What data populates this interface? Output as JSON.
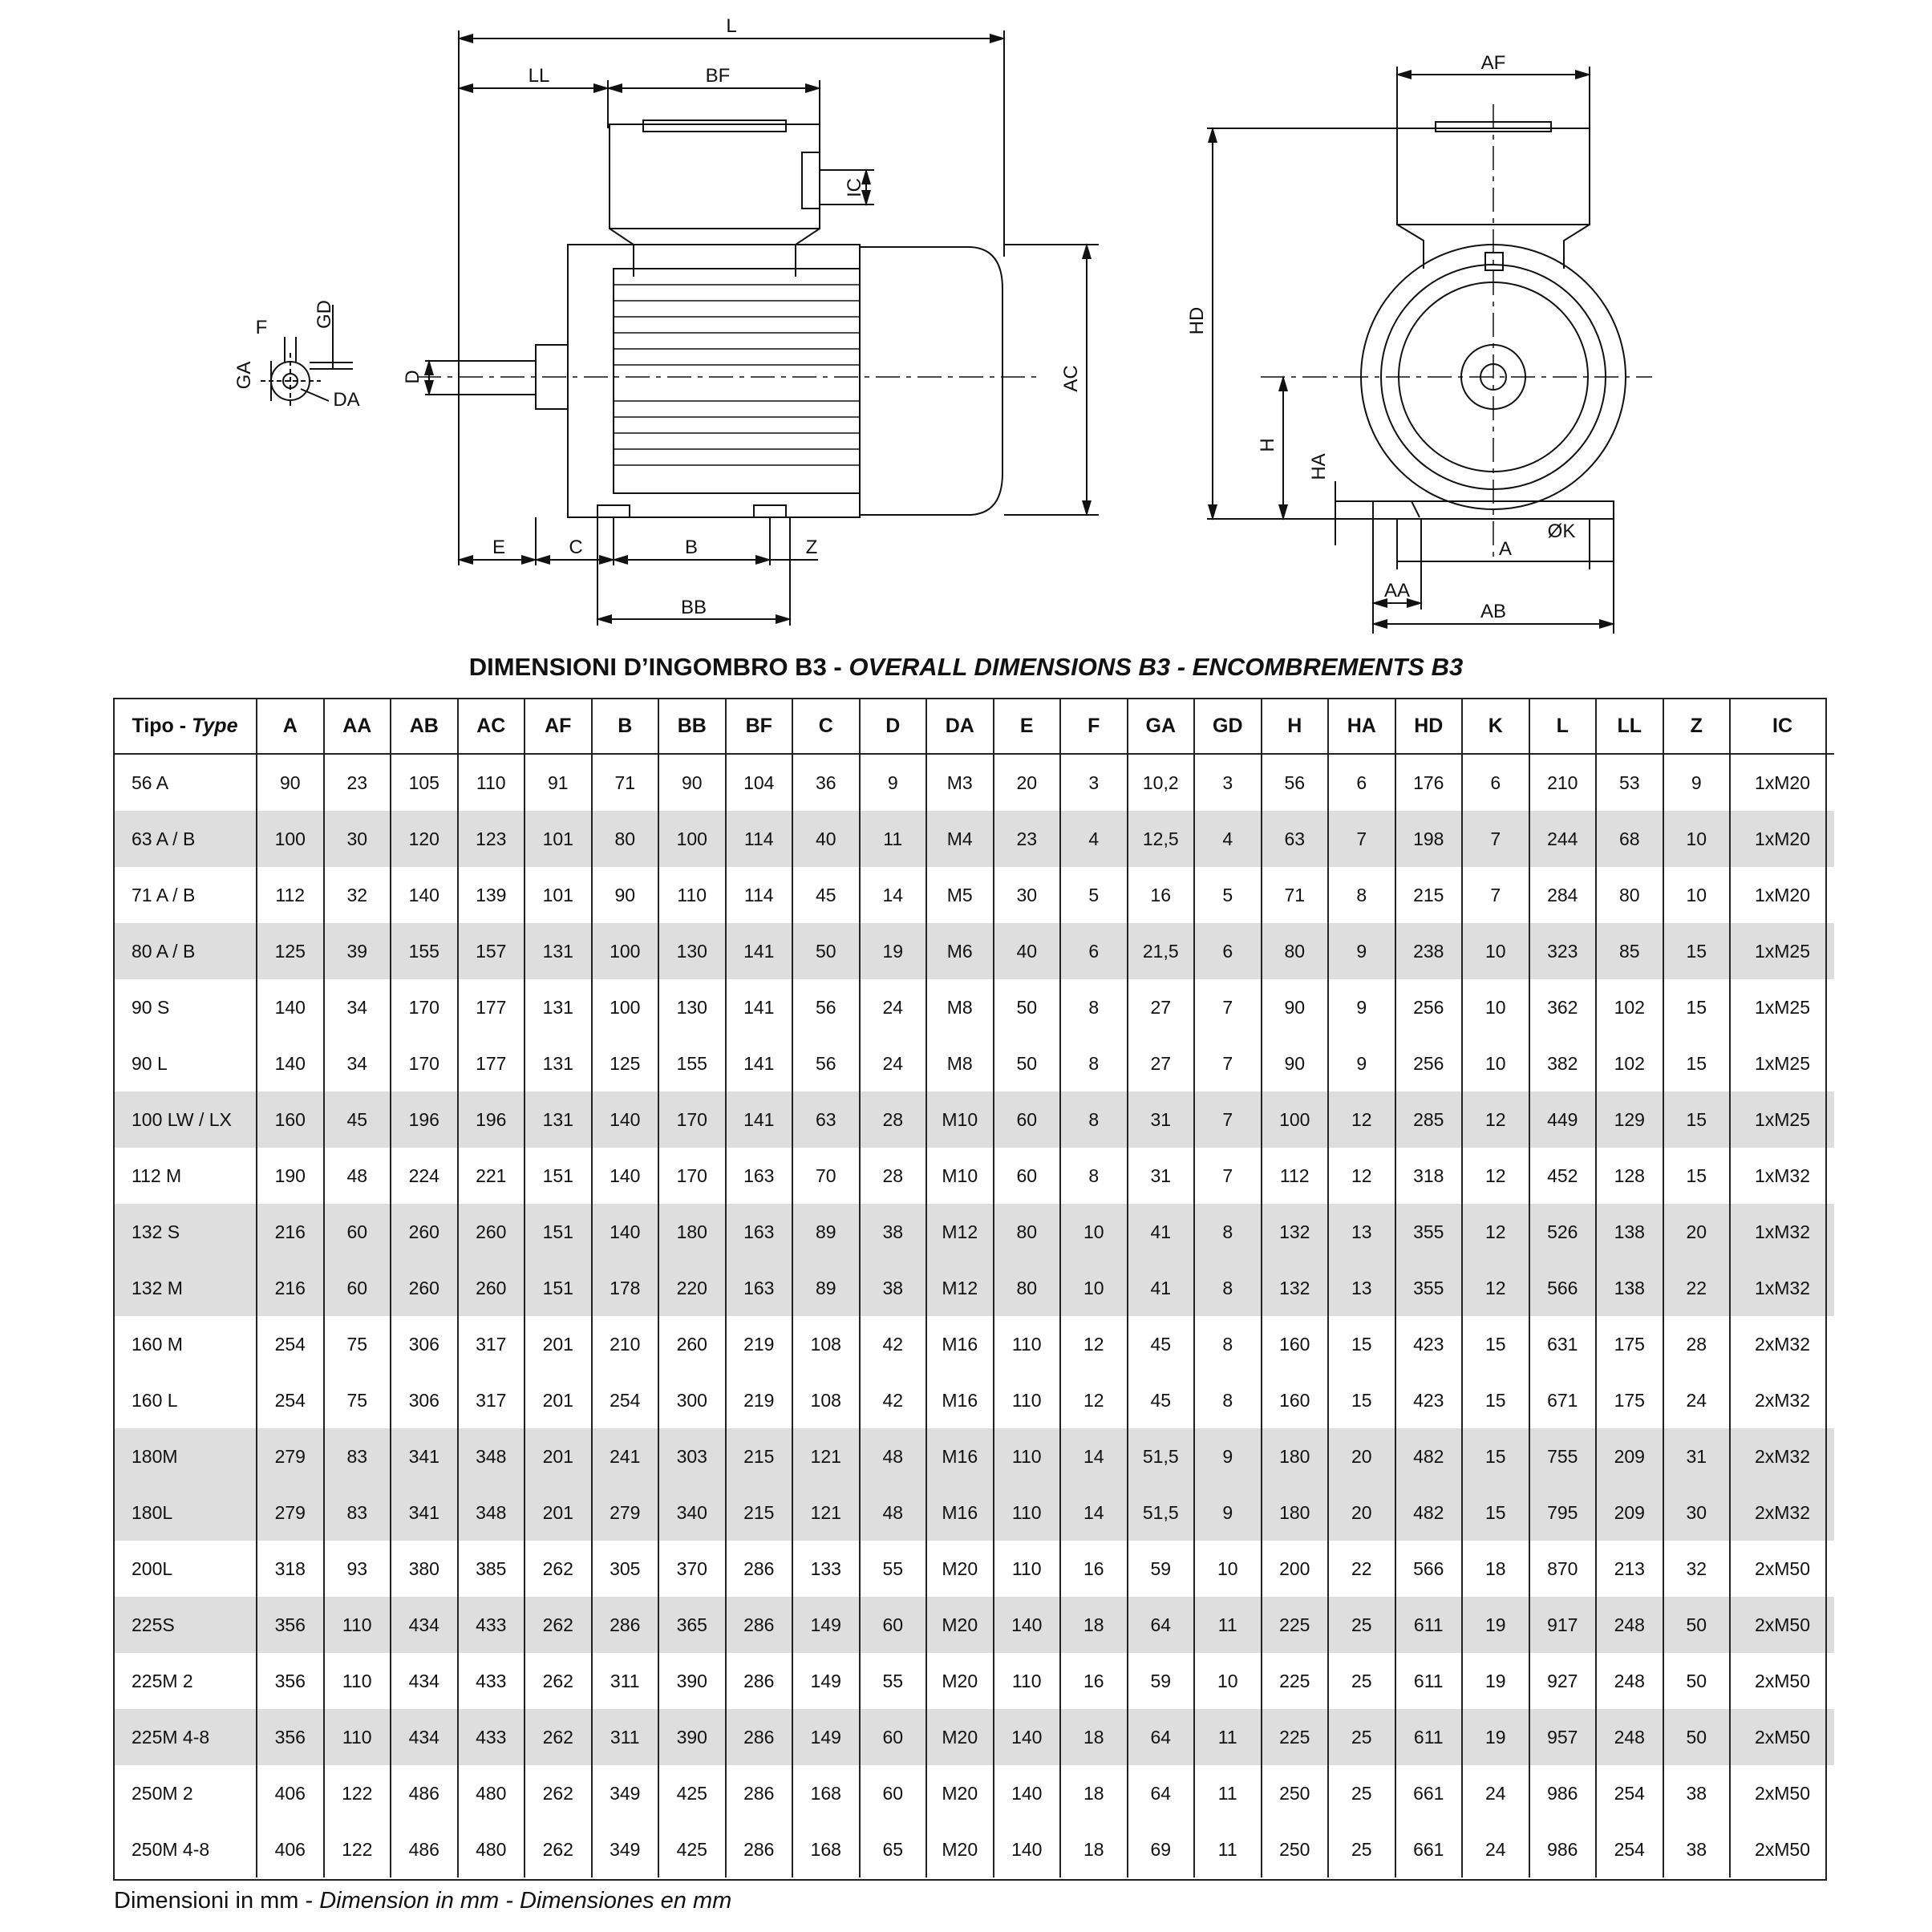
{
  "drawing": {
    "side_labels": [
      "L",
      "LL",
      "BF",
      "IC",
      "AC",
      "D",
      "GD",
      "F",
      "GA",
      "DA",
      "E",
      "C",
      "B",
      "Z",
      "BB"
    ],
    "front_labels": [
      "AF",
      "HD",
      "H",
      "HA",
      "A",
      "ØK",
      "AA",
      "AB"
    ]
  },
  "title": {
    "part1": "DIMENSIONI D’INGOMBRO B3 - ",
    "part2": "OVERALL DIMENSIONS B3 - ENCOMBREMENTS B3"
  },
  "table": {
    "type_header": "Tipo - ",
    "type_header_it": "Type",
    "columns": [
      "A",
      "AA",
      "AB",
      "AC",
      "AF",
      "B",
      "BB",
      "BF",
      "C",
      "D",
      "DA",
      "E",
      "F",
      "GA",
      "GD",
      "H",
      "HA",
      "HD",
      "K",
      "L",
      "LL",
      "Z",
      "IC"
    ],
    "rows": [
      [
        "56 A",
        "90",
        "23",
        "105",
        "110",
        "91",
        "71",
        "90",
        "104",
        "36",
        "9",
        "M3",
        "20",
        "3",
        "10,2",
        "3",
        "56",
        "6",
        "176",
        "6",
        "210",
        "53",
        "9",
        "1xM20"
      ],
      [
        "63 A / B",
        "100",
        "30",
        "120",
        "123",
        "101",
        "80",
        "100",
        "114",
        "40",
        "11",
        "M4",
        "23",
        "4",
        "12,5",
        "4",
        "63",
        "7",
        "198",
        "7",
        "244",
        "68",
        "10",
        "1xM20"
      ],
      [
        "71 A / B",
        "112",
        "32",
        "140",
        "139",
        "101",
        "90",
        "110",
        "114",
        "45",
        "14",
        "M5",
        "30",
        "5",
        "16",
        "5",
        "71",
        "8",
        "215",
        "7",
        "284",
        "80",
        "10",
        "1xM20"
      ],
      [
        "80 A / B",
        "125",
        "39",
        "155",
        "157",
        "131",
        "100",
        "130",
        "141",
        "50",
        "19",
        "M6",
        "40",
        "6",
        "21,5",
        "6",
        "80",
        "9",
        "238",
        "10",
        "323",
        "85",
        "15",
        "1xM25"
      ],
      [
        "90 S",
        "140",
        "34",
        "170",
        "177",
        "131",
        "100",
        "130",
        "141",
        "56",
        "24",
        "M8",
        "50",
        "8",
        "27",
        "7",
        "90",
        "9",
        "256",
        "10",
        "362",
        "102",
        "15",
        "1xM25"
      ],
      [
        "90 L",
        "140",
        "34",
        "170",
        "177",
        "131",
        "125",
        "155",
        "141",
        "56",
        "24",
        "M8",
        "50",
        "8",
        "27",
        "7",
        "90",
        "9",
        "256",
        "10",
        "382",
        "102",
        "15",
        "1xM25"
      ],
      [
        "100 LW / LX",
        "160",
        "45",
        "196",
        "196",
        "131",
        "140",
        "170",
        "141",
        "63",
        "28",
        "M10",
        "60",
        "8",
        "31",
        "7",
        "100",
        "12",
        "285",
        "12",
        "449",
        "129",
        "15",
        "1xM25"
      ],
      [
        "112 M",
        "190",
        "48",
        "224",
        "221",
        "151",
        "140",
        "170",
        "163",
        "70",
        "28",
        "M10",
        "60",
        "8",
        "31",
        "7",
        "112",
        "12",
        "318",
        "12",
        "452",
        "128",
        "15",
        "1xM32"
      ],
      [
        "132 S",
        "216",
        "60",
        "260",
        "260",
        "151",
        "140",
        "180",
        "163",
        "89",
        "38",
        "M12",
        "80",
        "10",
        "41",
        "8",
        "132",
        "13",
        "355",
        "12",
        "526",
        "138",
        "20",
        "1xM32"
      ],
      [
        "132 M",
        "216",
        "60",
        "260",
        "260",
        "151",
        "178",
        "220",
        "163",
        "89",
        "38",
        "M12",
        "80",
        "10",
        "41",
        "8",
        "132",
        "13",
        "355",
        "12",
        "566",
        "138",
        "22",
        "1xM32"
      ],
      [
        "160 M",
        "254",
        "75",
        "306",
        "317",
        "201",
        "210",
        "260",
        "219",
        "108",
        "42",
        "M16",
        "110",
        "12",
        "45",
        "8",
        "160",
        "15",
        "423",
        "15",
        "631",
        "175",
        "28",
        "2xM32"
      ],
      [
        "160 L",
        "254",
        "75",
        "306",
        "317",
        "201",
        "254",
        "300",
        "219",
        "108",
        "42",
        "M16",
        "110",
        "12",
        "45",
        "8",
        "160",
        "15",
        "423",
        "15",
        "671",
        "175",
        "24",
        "2xM32"
      ],
      [
        "180M",
        "279",
        "83",
        "341",
        "348",
        "201",
        "241",
        "303",
        "215",
        "121",
        "48",
        "M16",
        "110",
        "14",
        "51,5",
        "9",
        "180",
        "20",
        "482",
        "15",
        "755",
        "209",
        "31",
        "2xM32"
      ],
      [
        "180L",
        "279",
        "83",
        "341",
        "348",
        "201",
        "279",
        "340",
        "215",
        "121",
        "48",
        "M16",
        "110",
        "14",
        "51,5",
        "9",
        "180",
        "20",
        "482",
        "15",
        "795",
        "209",
        "30",
        "2xM32"
      ],
      [
        "200L",
        "318",
        "93",
        "380",
        "385",
        "262",
        "305",
        "370",
        "286",
        "133",
        "55",
        "M20",
        "110",
        "16",
        "59",
        "10",
        "200",
        "22",
        "566",
        "18",
        "870",
        "213",
        "32",
        "2xM50"
      ],
      [
        "225S",
        "356",
        "110",
        "434",
        "433",
        "262",
        "286",
        "365",
        "286",
        "149",
        "60",
        "M20",
        "140",
        "18",
        "64",
        "11",
        "225",
        "25",
        "611",
        "19",
        "917",
        "248",
        "50",
        "2xM50"
      ],
      [
        "225M  2",
        "356",
        "110",
        "434",
        "433",
        "262",
        "311",
        "390",
        "286",
        "149",
        "55",
        "M20",
        "110",
        "16",
        "59",
        "10",
        "225",
        "25",
        "611",
        "19",
        "927",
        "248",
        "50",
        "2xM50"
      ],
      [
        "225M 4-8",
        "356",
        "110",
        "434",
        "433",
        "262",
        "311",
        "390",
        "286",
        "149",
        "60",
        "M20",
        "140",
        "18",
        "64",
        "11",
        "225",
        "25",
        "611",
        "19",
        "957",
        "248",
        "50",
        "2xM50"
      ],
      [
        "250M  2",
        "406",
        "122",
        "486",
        "480",
        "262",
        "349",
        "425",
        "286",
        "168",
        "60",
        "M20",
        "140",
        "18",
        "64",
        "11",
        "250",
        "25",
        "661",
        "24",
        "986",
        "254",
        "38",
        "2xM50"
      ],
      [
        "250M  4-8",
        "406",
        "122",
        "486",
        "480",
        "262",
        "349",
        "425",
        "286",
        "168",
        "65",
        "M20",
        "140",
        "18",
        "69",
        "11",
        "250",
        "25",
        "661",
        "24",
        "986",
        "254",
        "38",
        "2xM50"
      ]
    ],
    "shaded_rows": [
      1,
      3,
      6,
      8,
      9,
      12,
      13,
      15,
      17
    ]
  },
  "footnote": {
    "part1": "Dimensioni  in  mm  -  ",
    "part2": "Dimension  in  mm  -  Dimensiones  en  mm"
  }
}
